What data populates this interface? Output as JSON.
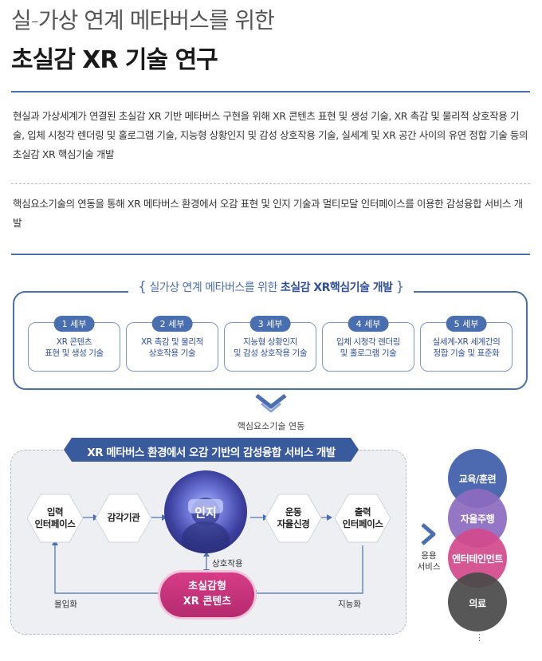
{
  "header": {
    "title_line1": "실-가상 연계 메타버스를 위한",
    "title_line2": "초실감 XR 기술 연구"
  },
  "body": {
    "paragraph1": "현실과 가상세계가 연결된 초실감 XR 기반 메타버스 구현을 위해 XR 콘텐츠 표현 및 생성 기술, XR 촉감 및 물리적 상호작용 기술, 입체 시청각 렌더링 및 홀로그램 기술, 지능형 상황인지 및 감성 상호작용 기술, 실세계 및 XR 공간 사이의 유연 정합 기술 등의 초실감 XR 핵심기술 개발",
    "paragraph2": "핵심요소기술의 연동을 통해 XR 메타버스 환경에서 오감 표현 및 인지 기술과 멀티모달 인터페이스를 이용한 감성융합 서비스 개발"
  },
  "core": {
    "heading_prefix": "실가상 연계 메타버스를 위한",
    "heading_bold": "초실감 XR핵심기술 개발",
    "brace_left": "{",
    "brace_right": "}",
    "items": [
      {
        "badge": "1 세부",
        "line1": "XR 콘텐츠",
        "line2": "표현 및 생성 기술"
      },
      {
        "badge": "2 세부",
        "line1": "XR 촉감 및 물리적",
        "line2": "상호작용 기술"
      },
      {
        "badge": "3 세부",
        "line1": "지능형 상황인지",
        "line2": "및 감성 상호작용 기술"
      },
      {
        "badge": "4 세부",
        "line1": "입체 시청각 렌더링",
        "line2": "및 홀로그램 기술"
      },
      {
        "badge": "5 세부",
        "line1": "실세계-XR 세계간의",
        "line2": "정합 기술 및 표준화"
      }
    ],
    "link_label": "핵심요소기술 연동"
  },
  "flow": {
    "banner": "XR 메타버스 환경에서 오감 기반의 감성융합 서비스 개발",
    "input": {
      "line1": "입력",
      "line2": "인터페이스"
    },
    "sense": "감각기관",
    "center": "인지",
    "motor": {
      "line1": "운동",
      "line2": "자율신경"
    },
    "output": {
      "line1": "출력",
      "line2": "인터페이스"
    },
    "interaction": "상호작용",
    "content": {
      "line1": "초실감형",
      "line2": "XR 콘텐츠"
    },
    "immersion": "몰입화",
    "intelligence": "지능화"
  },
  "services": {
    "label_line1": "응용",
    "label_line2": "서비스",
    "items": [
      {
        "name": "교육/훈련",
        "color": "#3f5fab"
      },
      {
        "name": "자율주행",
        "color": "#8d6cc0"
      },
      {
        "name": "엔터테인먼트",
        "color": "#d24a8c"
      },
      {
        "name": "의료",
        "color": "#4a4a4a"
      }
    ],
    "more": "⋮"
  },
  "colors": {
    "accent": "#4a6fb0",
    "banner": "#3a5a9e",
    "pink": "#c4347a"
  }
}
